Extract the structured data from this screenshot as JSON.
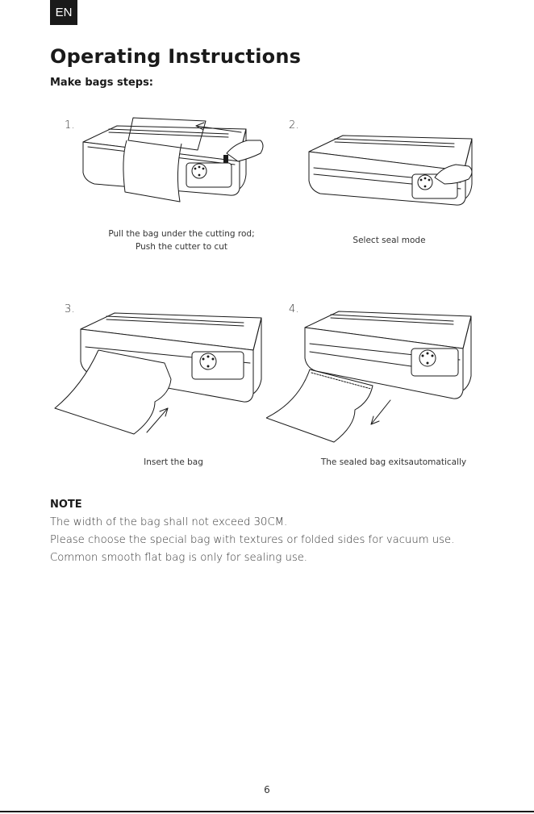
{
  "header": {
    "lang": "EN"
  },
  "title": "Operating Instructions",
  "section": "Make bags steps:",
  "steps": [
    {
      "number": "1.",
      "caption_lines": [
        "Pull the bag under the cutting rod;",
        "Push the cutter to cut"
      ]
    },
    {
      "number": "2.",
      "caption_lines": [
        "Select seal mode"
      ]
    },
    {
      "number": "3.",
      "caption_lines": [
        "Insert the bag"
      ]
    },
    {
      "number": "4.",
      "caption_lines": [
        "The sealed bag exitsautomatically"
      ]
    }
  ],
  "note": {
    "heading": "NOTE",
    "lines": [
      "The width of the bag shall not exceed 30CM.",
      "Please choose the special bag with textures or folded sides for vacuum use. Common smooth flat bag is only for sealing use."
    ]
  },
  "page_number": "6",
  "icons": [
    "vacuum-sealer-machine",
    "hand-icon",
    "arrow-icon",
    "bag-icon"
  ]
}
